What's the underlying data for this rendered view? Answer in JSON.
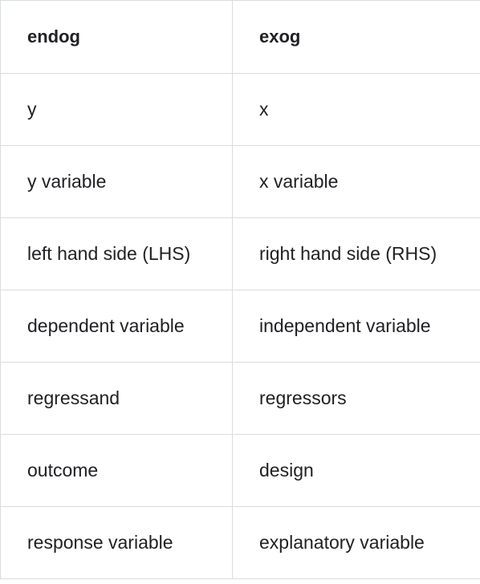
{
  "table": {
    "headers": [
      "endog",
      "exog"
    ],
    "rows": [
      [
        "y",
        "x"
      ],
      [
        "y variable",
        "x variable"
      ],
      [
        "left hand side (LHS)",
        "right hand side (RHS)"
      ],
      [
        "dependent variable",
        "independent variable"
      ],
      [
        "regressand",
        "regressors"
      ],
      [
        "outcome",
        "design"
      ],
      [
        "response variable",
        "explanatory variable"
      ]
    ]
  }
}
